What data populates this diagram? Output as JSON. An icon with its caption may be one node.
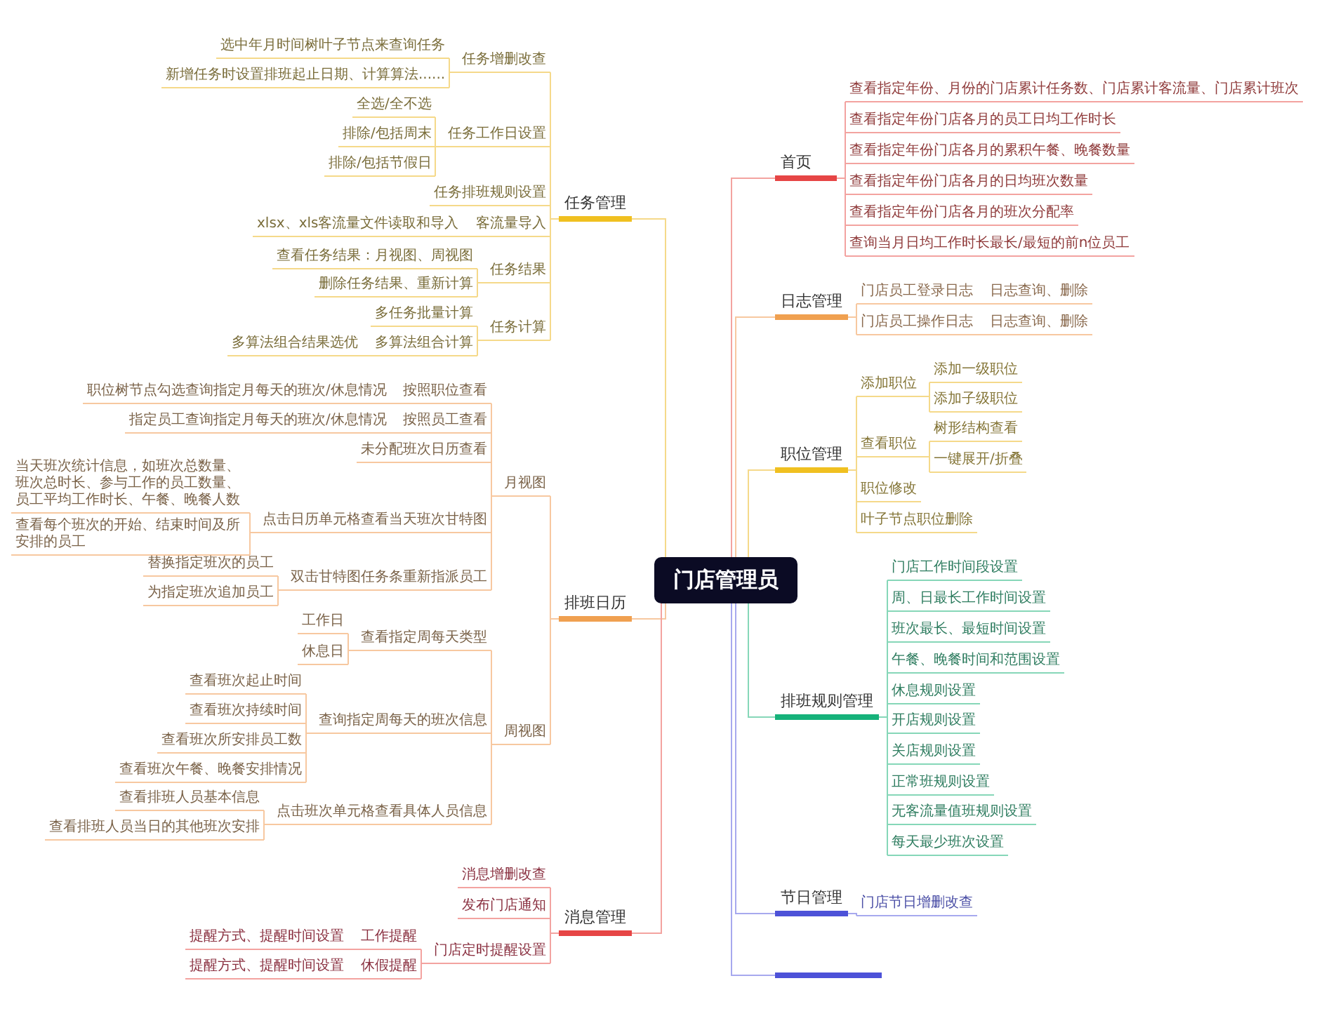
{
  "diagram": {
    "nodes": [
      {
        "text": [
          "门店管理员"
        ]
      },
      {
        "text": [
          "首页"
        ]
      },
      {
        "text": [
          "查看指定年份、月份的门店累计任务数、门店累计客流量、门店累计班次"
        ]
      },
      {
        "text": [
          "查看指定年份门店各月的员工日均工作时长"
        ]
      },
      {
        "text": [
          "查看指定年份门店各月的累积午餐、晚餐数量"
        ]
      },
      {
        "text": [
          "查看指定年份门店各月的日均班次数量"
        ]
      },
      {
        "text": [
          "查看指定年份门店各月的班次分配率"
        ]
      },
      {
        "text": [
          "查询当月日均工作时长最长/最短的前n位员工"
        ]
      },
      {
        "text": [
          "日志管理"
        ]
      },
      {
        "text": [
          "门店员工登录日志"
        ]
      },
      {
        "text": [
          "日志查询、删除"
        ]
      },
      {
        "text": [
          "门店员工操作日志"
        ]
      },
      {
        "text": [
          "日志查询、删除"
        ]
      },
      {
        "text": [
          "职位管理"
        ]
      },
      {
        "text": [
          "添加职位"
        ]
      },
      {
        "text": [
          "添加一级职位"
        ]
      },
      {
        "text": [
          "添加子级职位"
        ]
      },
      {
        "text": [
          "查看职位"
        ]
      },
      {
        "text": [
          "树形结构查看"
        ]
      },
      {
        "text": [
          "一键展开/折叠"
        ]
      },
      {
        "text": [
          "职位修改"
        ]
      },
      {
        "text": [
          "叶子节点职位删除"
        ]
      },
      {
        "text": [
          "排班规则管理"
        ]
      },
      {
        "text": [
          "门店工作时间段设置"
        ]
      },
      {
        "text": [
          "周、日最长工作时间设置"
        ]
      },
      {
        "text": [
          "班次最长、最短时间设置"
        ]
      },
      {
        "text": [
          "午餐、晚餐时间和范围设置"
        ]
      },
      {
        "text": [
          "休息规则设置"
        ]
      },
      {
        "text": [
          "开店规则设置"
        ]
      },
      {
        "text": [
          "关店规则设置"
        ]
      },
      {
        "text": [
          "正常班规则设置"
        ]
      },
      {
        "text": [
          "无客流量值班规则设置"
        ]
      },
      {
        "text": [
          "每天最少班次设置"
        ]
      },
      {
        "text": [
          "节日管理"
        ]
      },
      {
        "text": [
          "门店节日增删改查"
        ]
      },
      {
        "text": [],
        "shape": "bar"
      },
      {
        "text": [
          "任务管理"
        ]
      },
      {
        "text": [
          "任务增删改查"
        ]
      },
      {
        "text": [
          "选中年月时间树叶子节点来查询任务"
        ]
      },
      {
        "text": [
          "新增任务时设置排班起止日期、计算算法......"
        ]
      },
      {
        "text": [
          "任务工作日设置"
        ]
      },
      {
        "text": [
          "全选/全不选"
        ]
      },
      {
        "text": [
          "排除/包括周末"
        ]
      },
      {
        "text": [
          "排除/包括节假日"
        ]
      },
      {
        "text": [
          "任务排班规则设置"
        ]
      },
      {
        "text": [
          "客流量导入"
        ]
      },
      {
        "text": [
          "xlsx、xls客流量文件读取和导入"
        ]
      },
      {
        "text": [
          "任务结果"
        ]
      },
      {
        "text": [
          "查看任务结果：月视图、周视图"
        ]
      },
      {
        "text": [
          "删除任务结果、重新计算"
        ]
      },
      {
        "text": [
          "任务计算"
        ]
      },
      {
        "text": [
          "多任务批量计算"
        ]
      },
      {
        "text": [
          "多算法组合计算"
        ]
      },
      {
        "text": [
          "多算法组合结果选优"
        ]
      },
      {
        "text": [
          "排班日历"
        ]
      },
      {
        "text": [
          "月视图"
        ]
      },
      {
        "text": [
          "按照职位查看"
        ]
      },
      {
        "text": [
          "职位树节点勾选查询指定月每天的班次/休息情况"
        ]
      },
      {
        "text": [
          "按照员工查看"
        ]
      },
      {
        "text": [
          "指定员工查询指定月每天的班次/休息情况"
        ]
      },
      {
        "text": [
          "未分配班次日历查看"
        ]
      },
      {
        "text": [
          "点击日历单元格查看当天班次甘特图"
        ]
      },
      {
        "text": [
          "当天班次统计信息，如班次总数量、班次总时长、参与工作的员工数量、员工平均工作时长、午餐、晚餐人数"
        ]
      },
      {
        "text": [
          "查看每个班次的开始、结束时间及所安排的员工"
        ]
      },
      {
        "text": [
          "双击甘特图任务条重新指派员工"
        ]
      },
      {
        "text": [
          "替换指定班次的员工"
        ]
      },
      {
        "text": [
          "为指定班次追加员工"
        ]
      },
      {
        "text": [
          "周视图"
        ]
      },
      {
        "text": [
          "查看指定周每天类型"
        ]
      },
      {
        "text": [
          "工作日"
        ]
      },
      {
        "text": [
          "休息日"
        ]
      },
      {
        "text": [
          "查询指定周每天的班次信息"
        ]
      },
      {
        "text": [
          "查看班次起止时间"
        ]
      },
      {
        "text": [
          "查看班次持续时间"
        ]
      },
      {
        "text": [
          "查看班次所安排员工数"
        ]
      },
      {
        "text": [
          "查看班次午餐、晚餐安排情况"
        ]
      },
      {
        "text": [
          "点击班次单元格查看具体人员信息"
        ]
      },
      {
        "text": [
          "查看排班人员基本信息"
        ]
      },
      {
        "text": [
          "查看排班人员当日的其他班次安排"
        ]
      },
      {
        "text": [
          "消息管理"
        ]
      },
      {
        "text": [
          "消息增删改查"
        ]
      },
      {
        "text": [
          "发布门店通知"
        ]
      },
      {
        "text": [
          "门店定时提醒设置"
        ]
      },
      {
        "text": [
          "工作提醒"
        ]
      },
      {
        "text": [
          "提醒方式、提醒时间设置"
        ]
      },
      {
        "text": [
          "休假提醒"
        ]
      },
      {
        "text": [
          "提醒方式、提醒时间设置"
        ]
      }
    ],
    "edges": [
      {
        "from": 0,
        "to": 1,
        "arrow": "none",
        "color": "#f3a3a0"
      },
      {
        "from": 1,
        "to": 2,
        "arrow": "none",
        "color": "#f3a3a0"
      },
      {
        "from": 1,
        "to": 3,
        "arrow": "none",
        "color": "#f3a3a0"
      },
      {
        "from": 1,
        "to": 4,
        "arrow": "none",
        "color": "#f3a3a0"
      },
      {
        "from": 1,
        "to": 5,
        "arrow": "none",
        "color": "#f3a3a0"
      },
      {
        "from": 1,
        "to": 6,
        "arrow": "none",
        "color": "#f3a3a0"
      },
      {
        "from": 1,
        "to": 7,
        "arrow": "none",
        "color": "#f3a3a0"
      },
      {
        "from": 0,
        "to": 8,
        "arrow": "none"
      },
      {
        "from": 8,
        "to": 9,
        "arrow": "none"
      },
      {
        "from": 9,
        "to": 10,
        "arrow": "none"
      },
      {
        "from": 8,
        "to": 11,
        "arrow": "none"
      },
      {
        "from": 11,
        "to": 12,
        "arrow": "none"
      },
      {
        "from": 0,
        "to": 13,
        "arrow": "none",
        "color": "#f5d98a"
      },
      {
        "from": 13,
        "to": 14,
        "arrow": "none",
        "color": "#f5d98a"
      },
      {
        "from": 14,
        "to": 15,
        "arrow": "none",
        "color": "#f5d98a"
      },
      {
        "from": 14,
        "to": 16,
        "arrow": "none",
        "color": "#f5d98a"
      },
      {
        "from": 13,
        "to": 17,
        "arrow": "none",
        "color": "#f5d98a"
      },
      {
        "from": 17,
        "to": 18,
        "arrow": "none",
        "color": "#f5d98a"
      },
      {
        "from": 17,
        "to": 19,
        "arrow": "none",
        "color": "#f5d98a"
      },
      {
        "from": 13,
        "to": 20,
        "arrow": "none",
        "color": "#f5d98a"
      },
      {
        "from": 13,
        "to": 21,
        "arrow": "none",
        "color": "#f5d98a"
      },
      {
        "from": 0,
        "to": 22,
        "arrow": "none",
        "color": "#86d7b8"
      },
      {
        "from": 22,
        "to": 23,
        "arrow": "none",
        "color": "#86d7b8"
      },
      {
        "from": 22,
        "to": 24,
        "arrow": "none",
        "color": "#86d7b8"
      },
      {
        "from": 22,
        "to": 25,
        "arrow": "none",
        "color": "#86d7b8"
      },
      {
        "from": 22,
        "to": 26,
        "arrow": "none",
        "color": "#86d7b8"
      },
      {
        "from": 22,
        "to": 27,
        "arrow": "none",
        "color": "#86d7b8"
      },
      {
        "from": 22,
        "to": 28,
        "arrow": "none",
        "color": "#86d7b8"
      },
      {
        "from": 22,
        "to": 29,
        "arrow": "none",
        "color": "#86d7b8"
      },
      {
        "from": 22,
        "to": 30,
        "arrow": "none",
        "color": "#86d7b8"
      },
      {
        "from": 22,
        "to": 31,
        "arrow": "none",
        "color": "#86d7b8"
      },
      {
        "from": 22,
        "to": 32,
        "arrow": "none",
        "color": "#86d7b8"
      },
      {
        "from": 0,
        "to": 33,
        "arrow": "none",
        "color": "#a7a9ee"
      },
      {
        "from": 33,
        "to": 34,
        "arrow": "none",
        "color": "#a7a9ee"
      },
      {
        "from": 0,
        "to": 35,
        "arrow": "none",
        "color": "#a7a9ee"
      },
      {
        "from": 0,
        "to": 36,
        "arrow": "none",
        "color": "#f5d98a"
      },
      {
        "from": 36,
        "to": 37,
        "arrow": "none",
        "color": "#f5d98a"
      },
      {
        "from": 37,
        "to": 38,
        "arrow": "none",
        "color": "#f5d98a"
      },
      {
        "from": 37,
        "to": 39,
        "arrow": "none",
        "color": "#f5d98a"
      },
      {
        "from": 36,
        "to": 40,
        "arrow": "none",
        "color": "#f5d98a"
      },
      {
        "from": 40,
        "to": 41,
        "arrow": "none",
        "color": "#f5d98a"
      },
      {
        "from": 40,
        "to": 42,
        "arrow": "none",
        "color": "#f5d98a"
      },
      {
        "from": 40,
        "to": 43,
        "arrow": "none",
        "color": "#f5d98a"
      },
      {
        "from": 36,
        "to": 44,
        "arrow": "none",
        "color": "#f5d98a"
      },
      {
        "from": 36,
        "to": 45,
        "arrow": "none",
        "color": "#f5d98a"
      },
      {
        "from": 45,
        "to": 46,
        "arrow": "none",
        "color": "#f5d98a"
      },
      {
        "from": 36,
        "to": 47,
        "arrow": "none",
        "color": "#f5d98a"
      },
      {
        "from": 47,
        "to": 48,
        "arrow": "none",
        "color": "#f5d98a"
      },
      {
        "from": 47,
        "to": 49,
        "arrow": "none",
        "color": "#f5d98a"
      },
      {
        "from": 36,
        "to": 50,
        "arrow": "none",
        "color": "#f5d98a"
      },
      {
        "from": 50,
        "to": 51,
        "arrow": "none",
        "color": "#f5d98a"
      },
      {
        "from": 50,
        "to": 52,
        "arrow": "none",
        "color": "#f5d98a"
      },
      {
        "from": 52,
        "to": 53,
        "arrow": "none",
        "color": "#f5d98a"
      },
      {
        "from": 0,
        "to": 54,
        "arrow": "none"
      },
      {
        "from": 54,
        "to": 55,
        "arrow": "none"
      },
      {
        "from": 55,
        "to": 56,
        "arrow": "none"
      },
      {
        "from": 56,
        "to": 57,
        "arrow": "none"
      },
      {
        "from": 55,
        "to": 58,
        "arrow": "none"
      },
      {
        "from": 58,
        "to": 59,
        "arrow": "none"
      },
      {
        "from": 55,
        "to": 60,
        "arrow": "none"
      },
      {
        "from": 55,
        "to": 61,
        "arrow": "none"
      },
      {
        "from": 61,
        "to": 62,
        "arrow": "none"
      },
      {
        "from": 61,
        "to": 63,
        "arrow": "none"
      },
      {
        "from": 55,
        "to": 64,
        "arrow": "none"
      },
      {
        "from": 64,
        "to": 65,
        "arrow": "none"
      },
      {
        "from": 64,
        "to": 66,
        "arrow": "none"
      },
      {
        "from": 54,
        "to": 67,
        "arrow": "none"
      },
      {
        "from": 67,
        "to": 68,
        "arrow": "none"
      },
      {
        "from": 68,
        "to": 69,
        "arrow": "none"
      },
      {
        "from": 68,
        "to": 70,
        "arrow": "none"
      },
      {
        "from": 67,
        "to": 71,
        "arrow": "none"
      },
      {
        "from": 71,
        "to": 72,
        "arrow": "none"
      },
      {
        "from": 71,
        "to": 73,
        "arrow": "none"
      },
      {
        "from": 71,
        "to": 74,
        "arrow": "none"
      },
      {
        "from": 71,
        "to": 75,
        "arrow": "none"
      },
      {
        "from": 67,
        "to": 76,
        "arrow": "none"
      },
      {
        "from": 76,
        "to": 77,
        "arrow": "none"
      },
      {
        "from": 76,
        "to": 78,
        "arrow": "none"
      },
      {
        "from": 0,
        "to": 79,
        "arrow": "none",
        "color": "#f3a3a0"
      },
      {
        "from": 79,
        "to": 80,
        "arrow": "none",
        "color": "#f3a3a0"
      },
      {
        "from": 79,
        "to": 81,
        "arrow": "none",
        "color": "#f3a3a0"
      },
      {
        "from": 79,
        "to": 82,
        "arrow": "none",
        "color": "#f3a3a0"
      },
      {
        "from": 82,
        "to": 83,
        "arrow": "none",
        "color": "#f3a3a0"
      },
      {
        "from": 83,
        "to": 84,
        "arrow": "none",
        "color": "#f3a3a0"
      },
      {
        "from": 82,
        "to": 85,
        "arrow": "none",
        "color": "#f3a3a0"
      },
      {
        "from": 85,
        "to": 86,
        "arrow": "none",
        "color": "#f3a3a0"
      }
    ]
  }
}
